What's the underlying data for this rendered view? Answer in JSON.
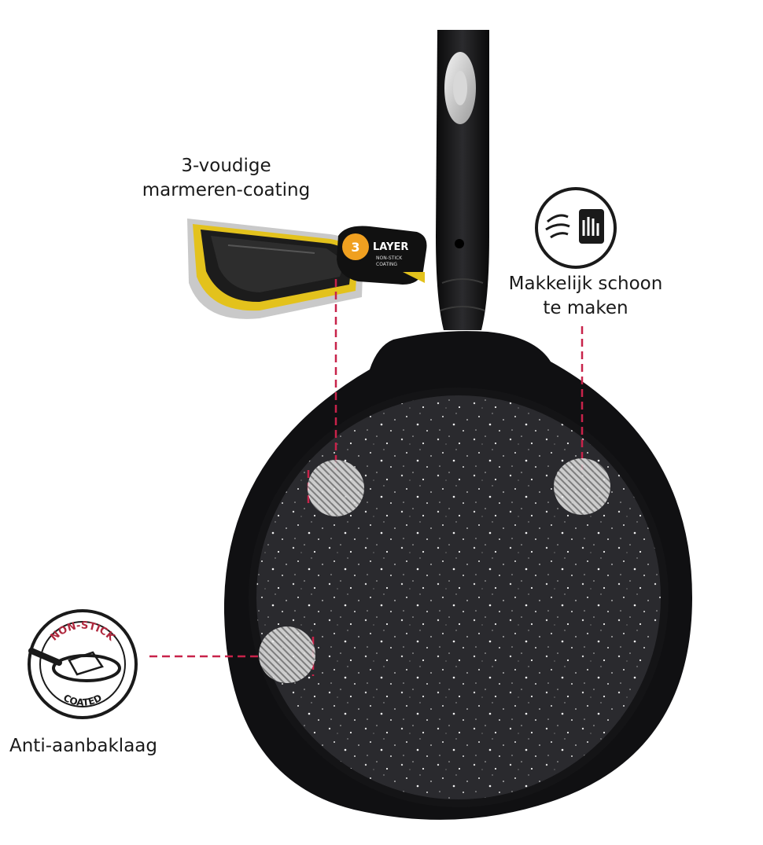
{
  "features": {
    "coating": {
      "line1": "3-voudige",
      "line2": "marmeren-coating"
    },
    "easy_clean": {
      "line1": "Makkelijk schoon",
      "line2": "te maken"
    },
    "non_stick": {
      "label": "Anti-aanbaklaag"
    }
  },
  "badges": {
    "layer_badge": {
      "line1": "LAYER",
      "line2": "NON-STICK",
      "line3": "COATING",
      "number": "3"
    },
    "nonstick_badge": {
      "top": "NON-STICK",
      "bottom": "COATED"
    }
  },
  "colors": {
    "pan": "#1f1f22",
    "pan_rim": "#0d0d0f",
    "accent_dashes": "#c8234a",
    "badge_orange": "#f0a020",
    "coating_yellow": "#e3c21c"
  },
  "icons": {
    "easy_clean_icon": "wipe-hand-icon",
    "nonstick_icon": "frying-pan-icon"
  }
}
